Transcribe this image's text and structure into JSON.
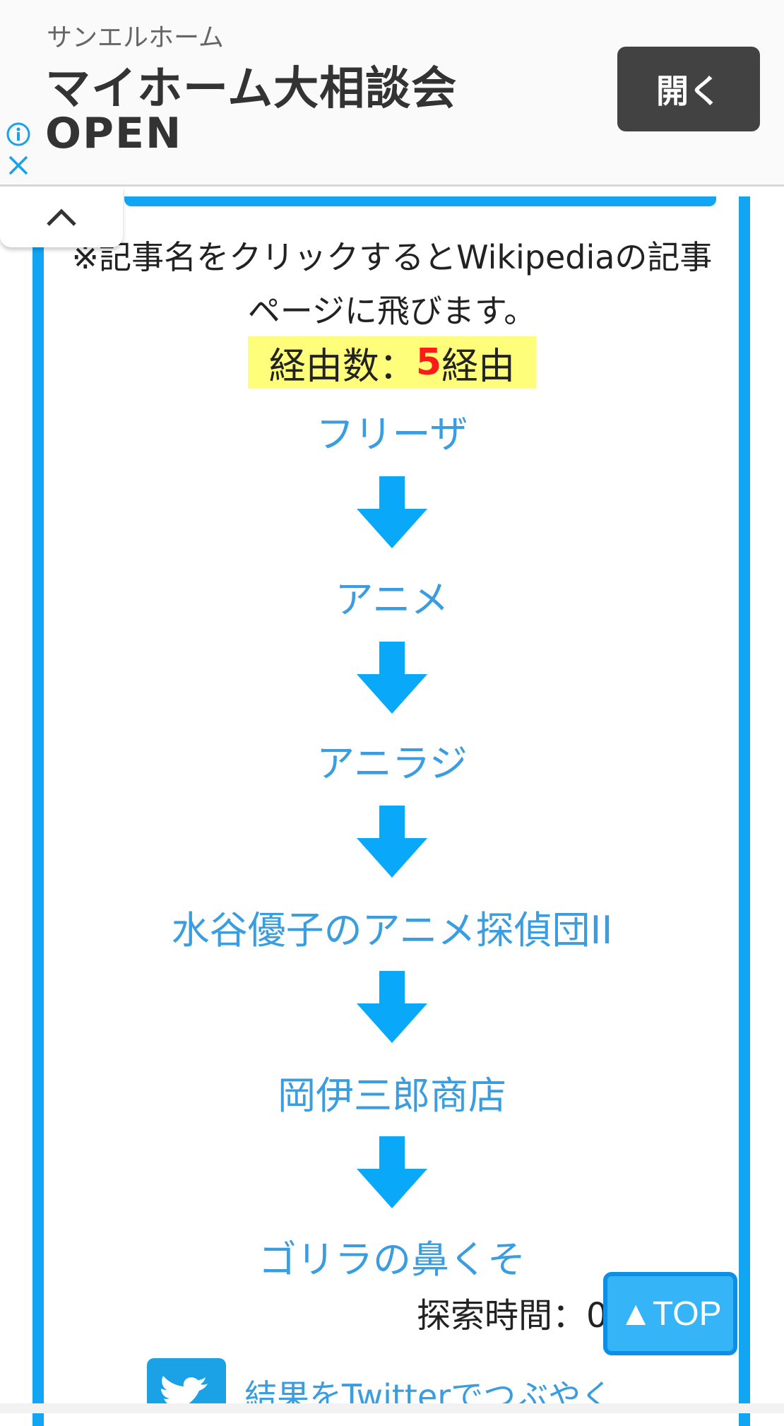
{
  "ad": {
    "sponsor": "サンエルホーム",
    "title": "マイホーム大相談会",
    "subtitle": "OPEN",
    "open_label": "開く"
  },
  "note": "※記事名をクリックするとWikipediaの記事ページに飛びます。",
  "hops": {
    "label": "経由数：",
    "count": "5",
    "suffix": "経由"
  },
  "articles": [
    "フリーザ",
    "アニメ",
    "アニラジ",
    "水谷優子のアニメ探偵団II",
    "岡伊三郎商店",
    "ゴリラの鼻くそ"
  ],
  "search_time_label": "探索時間：0",
  "top_button_label": "▲TOP",
  "twitter_label": "結果をTwitterでつぶやく",
  "colors": {
    "accent": "#12a5f4",
    "link": "#3a9de0",
    "highlight": "#fffe7a",
    "count": "#ff1a1a"
  }
}
